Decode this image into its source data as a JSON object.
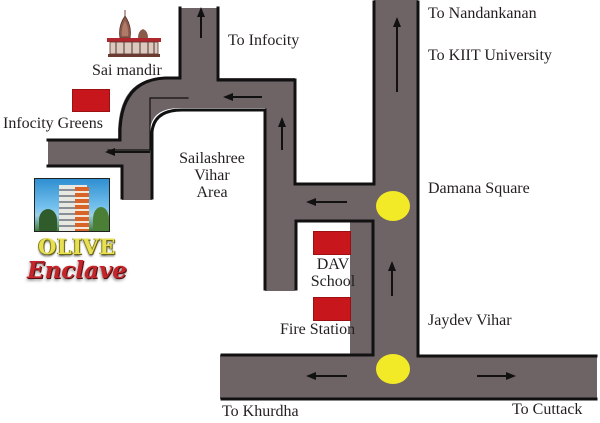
{
  "map": {
    "colors": {
      "road": "#6e6466",
      "road_edge": "#111111",
      "junction": "#f2e927",
      "marker": "#c8161d",
      "text": "#231f20",
      "olive": "#e6e052",
      "enclave": "#c4252b"
    },
    "labels": {
      "to_infocity": "To Infocity",
      "sai_mandir": "Sai mandir",
      "infocity_greens": "Infocity Greens",
      "sailashree_line1": "Sailashree",
      "sailashree_line2": "Vihar",
      "sailashree_line3": "Area",
      "to_nandankanan": "To Nandankanan",
      "to_kiit": "To KIIT University",
      "damana_square": "Damana Square",
      "dav_line1": "DAV",
      "dav_line2": "School",
      "fire_station": "Fire Station",
      "jaydev_vihar": "Jaydev Vihar",
      "to_khurdha": "To Khurdha",
      "to_cuttack": "To Cuttack"
    },
    "project": {
      "name_line1": "OLIVE",
      "name_line2": "Enclave"
    },
    "landmarks": [
      {
        "name": "Sai mandir",
        "icon": "temple-icon"
      },
      {
        "name": "Infocity Greens",
        "icon": "red-square-marker"
      },
      {
        "name": "DAV School",
        "icon": "red-square-marker"
      },
      {
        "name": "Fire Station",
        "icon": "red-square-marker"
      },
      {
        "name": "OLIVE Enclave",
        "icon": "building-photo"
      }
    ],
    "junctions": [
      {
        "name": "Damana Square",
        "icon": "yellow-circle"
      },
      {
        "name": "Jaydev Vihar",
        "icon": "yellow-circle"
      }
    ]
  }
}
